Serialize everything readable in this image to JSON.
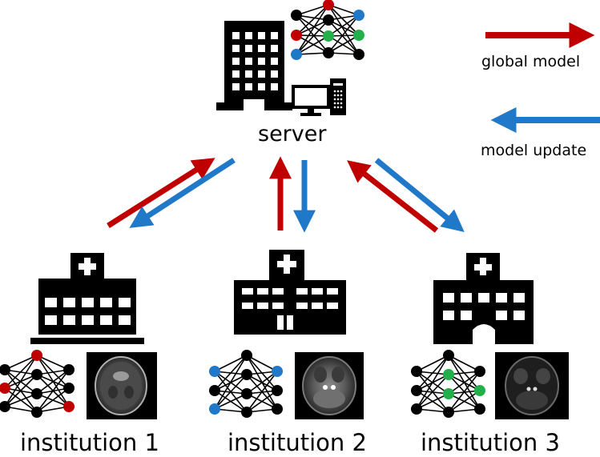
{
  "server": {
    "label": "server"
  },
  "legend": {
    "global_model": "global model",
    "model_update": "model update"
  },
  "institutions": [
    {
      "label": "institution 1"
    },
    {
      "label": "institution 2"
    },
    {
      "label": "institution 3"
    }
  ],
  "colors": {
    "global_model_arrow": "#c00000",
    "model_update_arrow": "#1f78c8",
    "node_red": "#c00000",
    "node_blue": "#1f78c8",
    "node_green": "#22b04b",
    "node_default": "#000000"
  },
  "icons": [
    "office-building-icon",
    "desktop-computer-icon",
    "hospital-icon",
    "neural-network-icon",
    "brain-mri-scan-image"
  ]
}
